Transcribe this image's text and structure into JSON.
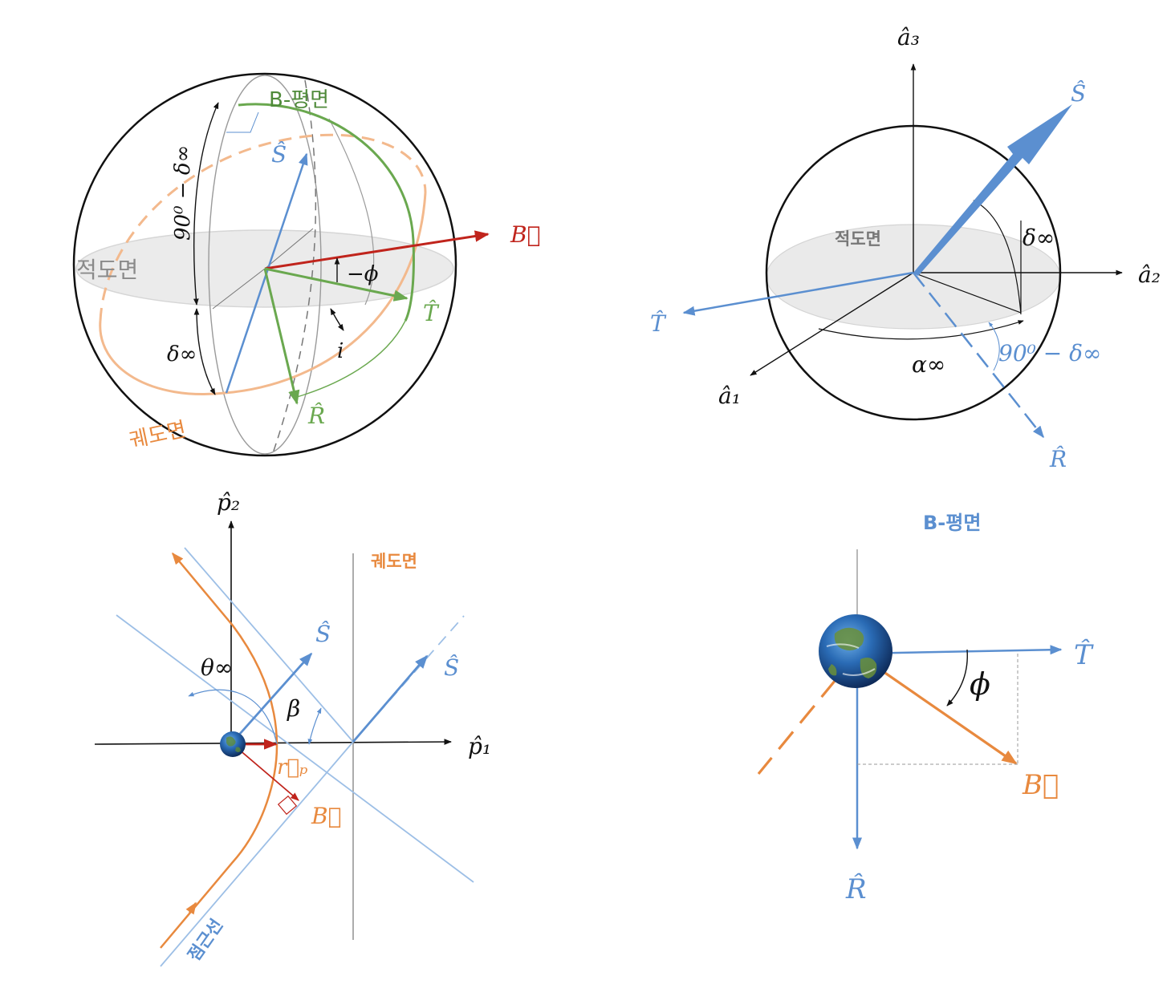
{
  "colors": {
    "black": "#111111",
    "blue": "#5b8fd0",
    "light_blue": "#9dbfe6",
    "green": "#6aa84f",
    "dark_green": "#4f8a3a",
    "orange": "#e8893e",
    "light_orange": "#f3b98d",
    "dark_red": "#c0241c",
    "gray": "#888888",
    "plane_fill": "#e8e8e8"
  },
  "panel1": {
    "equatorial_plane": "적도면",
    "b_plane": "B-평면",
    "orbit_plane": "궤도면",
    "s_hat": "Ŝ",
    "t_hat": "T̂",
    "r_hat": "R̂",
    "b_vec": "B⃗",
    "minus_phi": "−ϕ",
    "inclination": "i",
    "ninety_minus_delta": "90⁰ − δ∞",
    "delta_inf": "δ∞"
  },
  "panel2": {
    "a1": "â₁",
    "a2": "â₂",
    "a3": "â₃",
    "s_hat": "Ŝ",
    "t_hat": "T̂",
    "r_hat": "R̂",
    "equatorial_plane": "적도면",
    "delta_inf": "δ∞",
    "alpha_inf": "α∞",
    "ninety_minus_delta": "90⁰ − δ∞"
  },
  "panel3": {
    "p1": "p̂₁",
    "p2": "p̂₂",
    "orbit_plane": "궤도면",
    "asymptote": "점근선",
    "s_hat_1": "Ŝ",
    "s_hat_2": "Ŝ",
    "theta_inf": "θ∞",
    "beta": "β",
    "r_p": "r⃗ₚ",
    "b_vec": "B⃗"
  },
  "panel4": {
    "title": "B-평면",
    "t_hat": "T̂",
    "r_hat": "R̂",
    "b_vec": "B⃗",
    "phi": "ϕ",
    "earth_icon": "earth-icon"
  }
}
